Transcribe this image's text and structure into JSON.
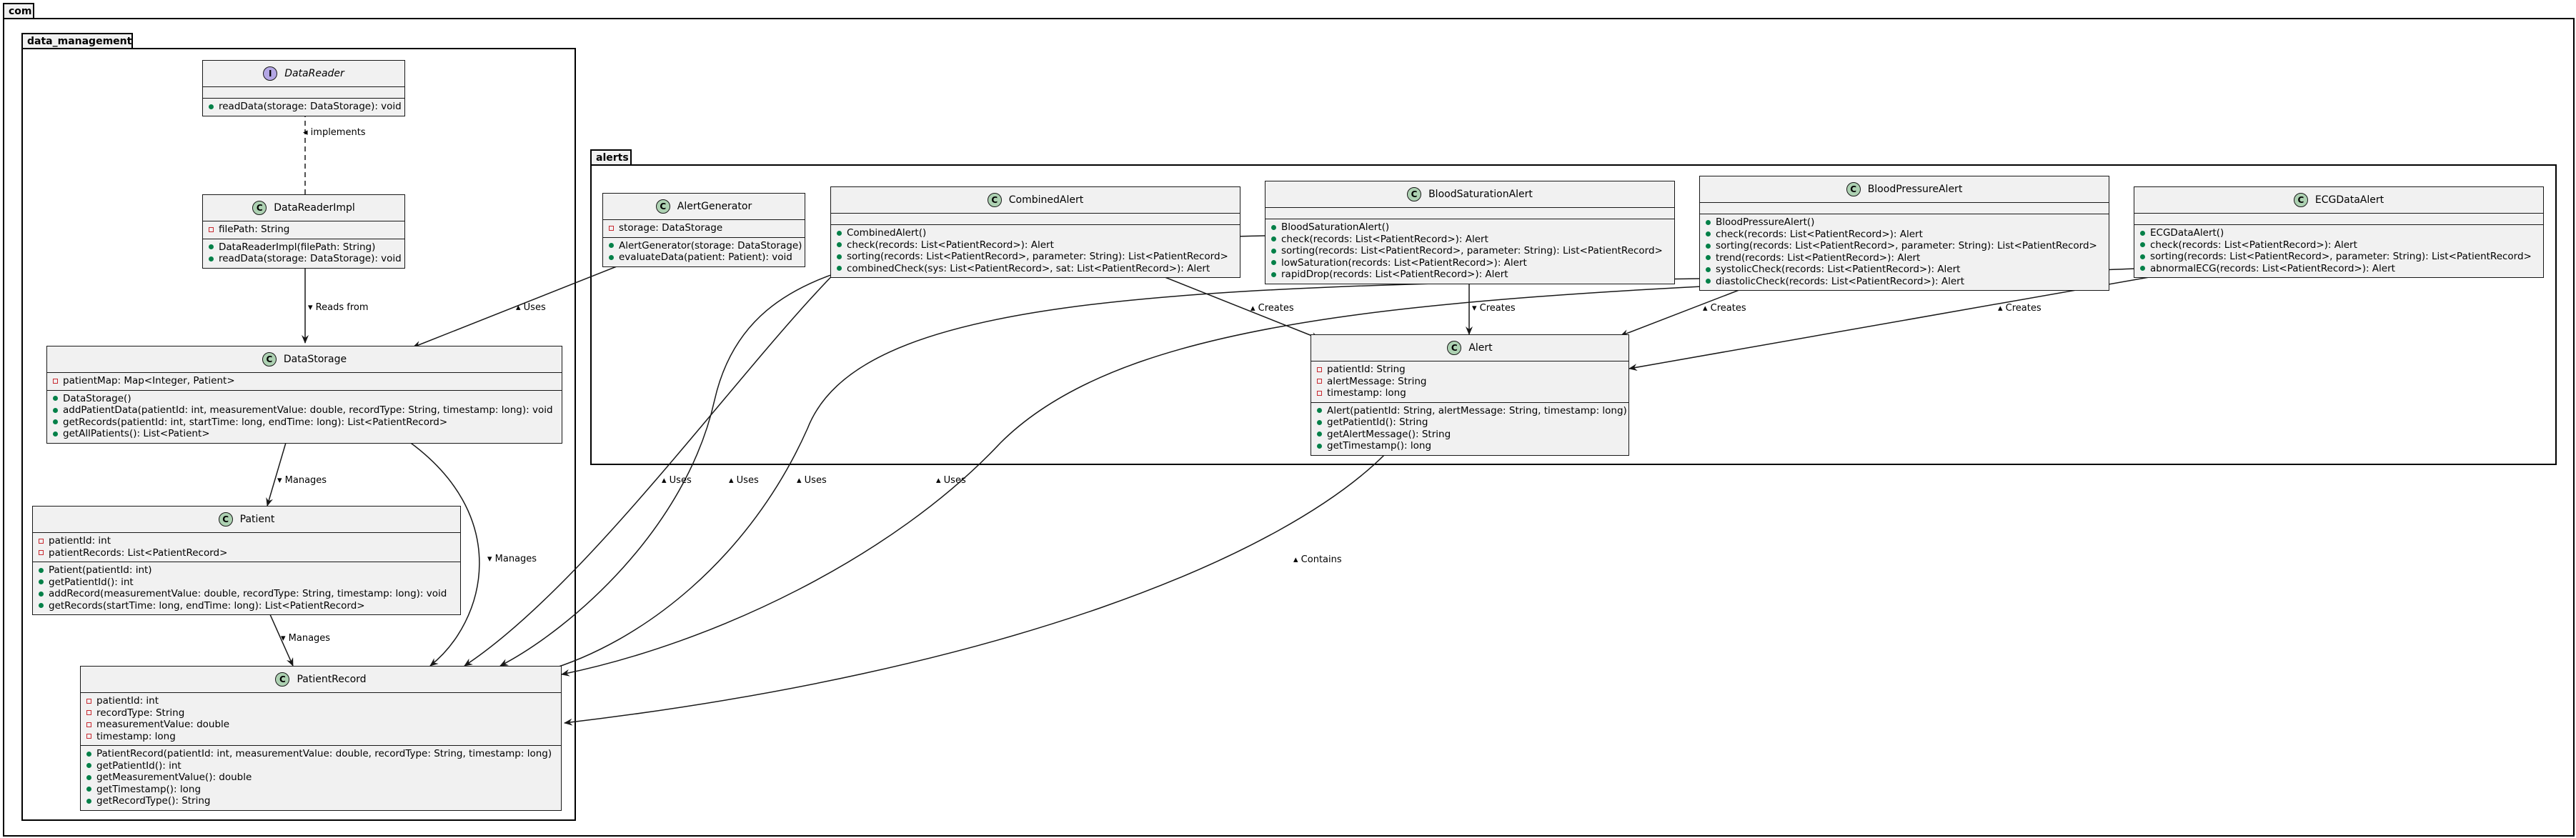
{
  "packages": {
    "com": "com",
    "data_management": "data_management",
    "alerts": "alerts"
  },
  "classes": {
    "DataReader": {
      "kind": "interface",
      "name": "DataReader",
      "fields": [],
      "methods": [
        "readData(storage: DataStorage): void"
      ]
    },
    "DataReaderImpl": {
      "kind": "class",
      "name": "DataReaderImpl",
      "fields": [
        "filePath: String"
      ],
      "methods": [
        "DataReaderImpl(filePath: String)",
        "readData(storage: DataStorage): void"
      ]
    },
    "DataStorage": {
      "kind": "class",
      "name": "DataStorage",
      "fields": [
        "patientMap: Map<Integer, Patient>"
      ],
      "methods": [
        "DataStorage()",
        "addPatientData(patientId: int, measurementValue: double, recordType: String, timestamp: long): void",
        "getRecords(patientId: int, startTime: long, endTime: long): List<PatientRecord>",
        "getAllPatients(): List<Patient>"
      ]
    },
    "Patient": {
      "kind": "class",
      "name": "Patient",
      "fields": [
        "patientId: int",
        "patientRecords: List<PatientRecord>"
      ],
      "methods": [
        "Patient(patientId: int)",
        "getPatientId(): int",
        "addRecord(measurementValue: double, recordType: String, timestamp: long): void",
        "getRecords(startTime: long, endTime: long): List<PatientRecord>"
      ]
    },
    "PatientRecord": {
      "kind": "class",
      "name": "PatientRecord",
      "fields": [
        "patientId: int",
        "recordType: String",
        "measurementValue: double",
        "timestamp: long"
      ],
      "methods": [
        "PatientRecord(patientId: int, measurementValue: double, recordType: String, timestamp: long)",
        "getPatientId(): int",
        "getMeasurementValue(): double",
        "getTimestamp(): long",
        "getRecordType(): String"
      ]
    },
    "AlertGenerator": {
      "kind": "class",
      "name": "AlertGenerator",
      "fields": [
        "storage: DataStorage"
      ],
      "methods": [
        "AlertGenerator(storage: DataStorage)",
        "evaluateData(patient: Patient): void"
      ]
    },
    "CombinedAlert": {
      "kind": "class",
      "name": "CombinedAlert",
      "fields": [],
      "methods": [
        "CombinedAlert()",
        "check(records: List<PatientRecord>): Alert",
        "sorting(records: List<PatientRecord>, parameter: String): List<PatientRecord>",
        "combinedCheck(sys: List<PatientRecord>, sat: List<PatientRecord>): Alert"
      ]
    },
    "BloodSaturationAlert": {
      "kind": "class",
      "name": "BloodSaturationAlert",
      "fields": [],
      "methods": [
        "BloodSaturationAlert()",
        "check(records: List<PatientRecord>): Alert",
        "sorting(records: List<PatientRecord>, parameter: String): List<PatientRecord>",
        "lowSaturation(records: List<PatientRecord>): Alert",
        "rapidDrop(records: List<PatientRecord>): Alert"
      ]
    },
    "BloodPressureAlert": {
      "kind": "class",
      "name": "BloodPressureAlert",
      "fields": [],
      "methods": [
        "BloodPressureAlert()",
        "check(records: List<PatientRecord>): Alert",
        "sorting(records: List<PatientRecord>, parameter: String): List<PatientRecord>",
        "trend(records: List<PatientRecord>): Alert",
        "systolicCheck(records: List<PatientRecord>): Alert",
        "diastolicCheck(records: List<PatientRecord>): Alert"
      ]
    },
    "ECGDataAlert": {
      "kind": "class",
      "name": "ECGDataAlert",
      "fields": [],
      "methods": [
        "ECGDataAlert()",
        "check(records: List<PatientRecord>): Alert",
        "sorting(records: List<PatientRecord>, parameter: String): List<PatientRecord>",
        "abnormalECG(records: List<PatientRecord>): Alert"
      ]
    },
    "Alert": {
      "kind": "class",
      "name": "Alert",
      "fields": [
        "patientId: String",
        "alertMessage: String",
        "timestamp: long"
      ],
      "methods": [
        "Alert(patientId: String, alertMessage: String, timestamp: long)",
        "getPatientId(): String",
        "getAlertMessage(): String",
        "getTimestamp(): long"
      ]
    }
  },
  "edge_labels": {
    "implements": "implements",
    "reads_from": "Reads from",
    "uses": "Uses",
    "manages": "Manages",
    "creates": "Creates",
    "contains": "Contains"
  },
  "colors": {
    "class_fill": "#F1F1F1",
    "class_badge": "#ADD1B2",
    "interface_badge": "#B4A7E5",
    "private_marker": "#C82930",
    "public_marker": "#038048",
    "line": "#181818"
  }
}
